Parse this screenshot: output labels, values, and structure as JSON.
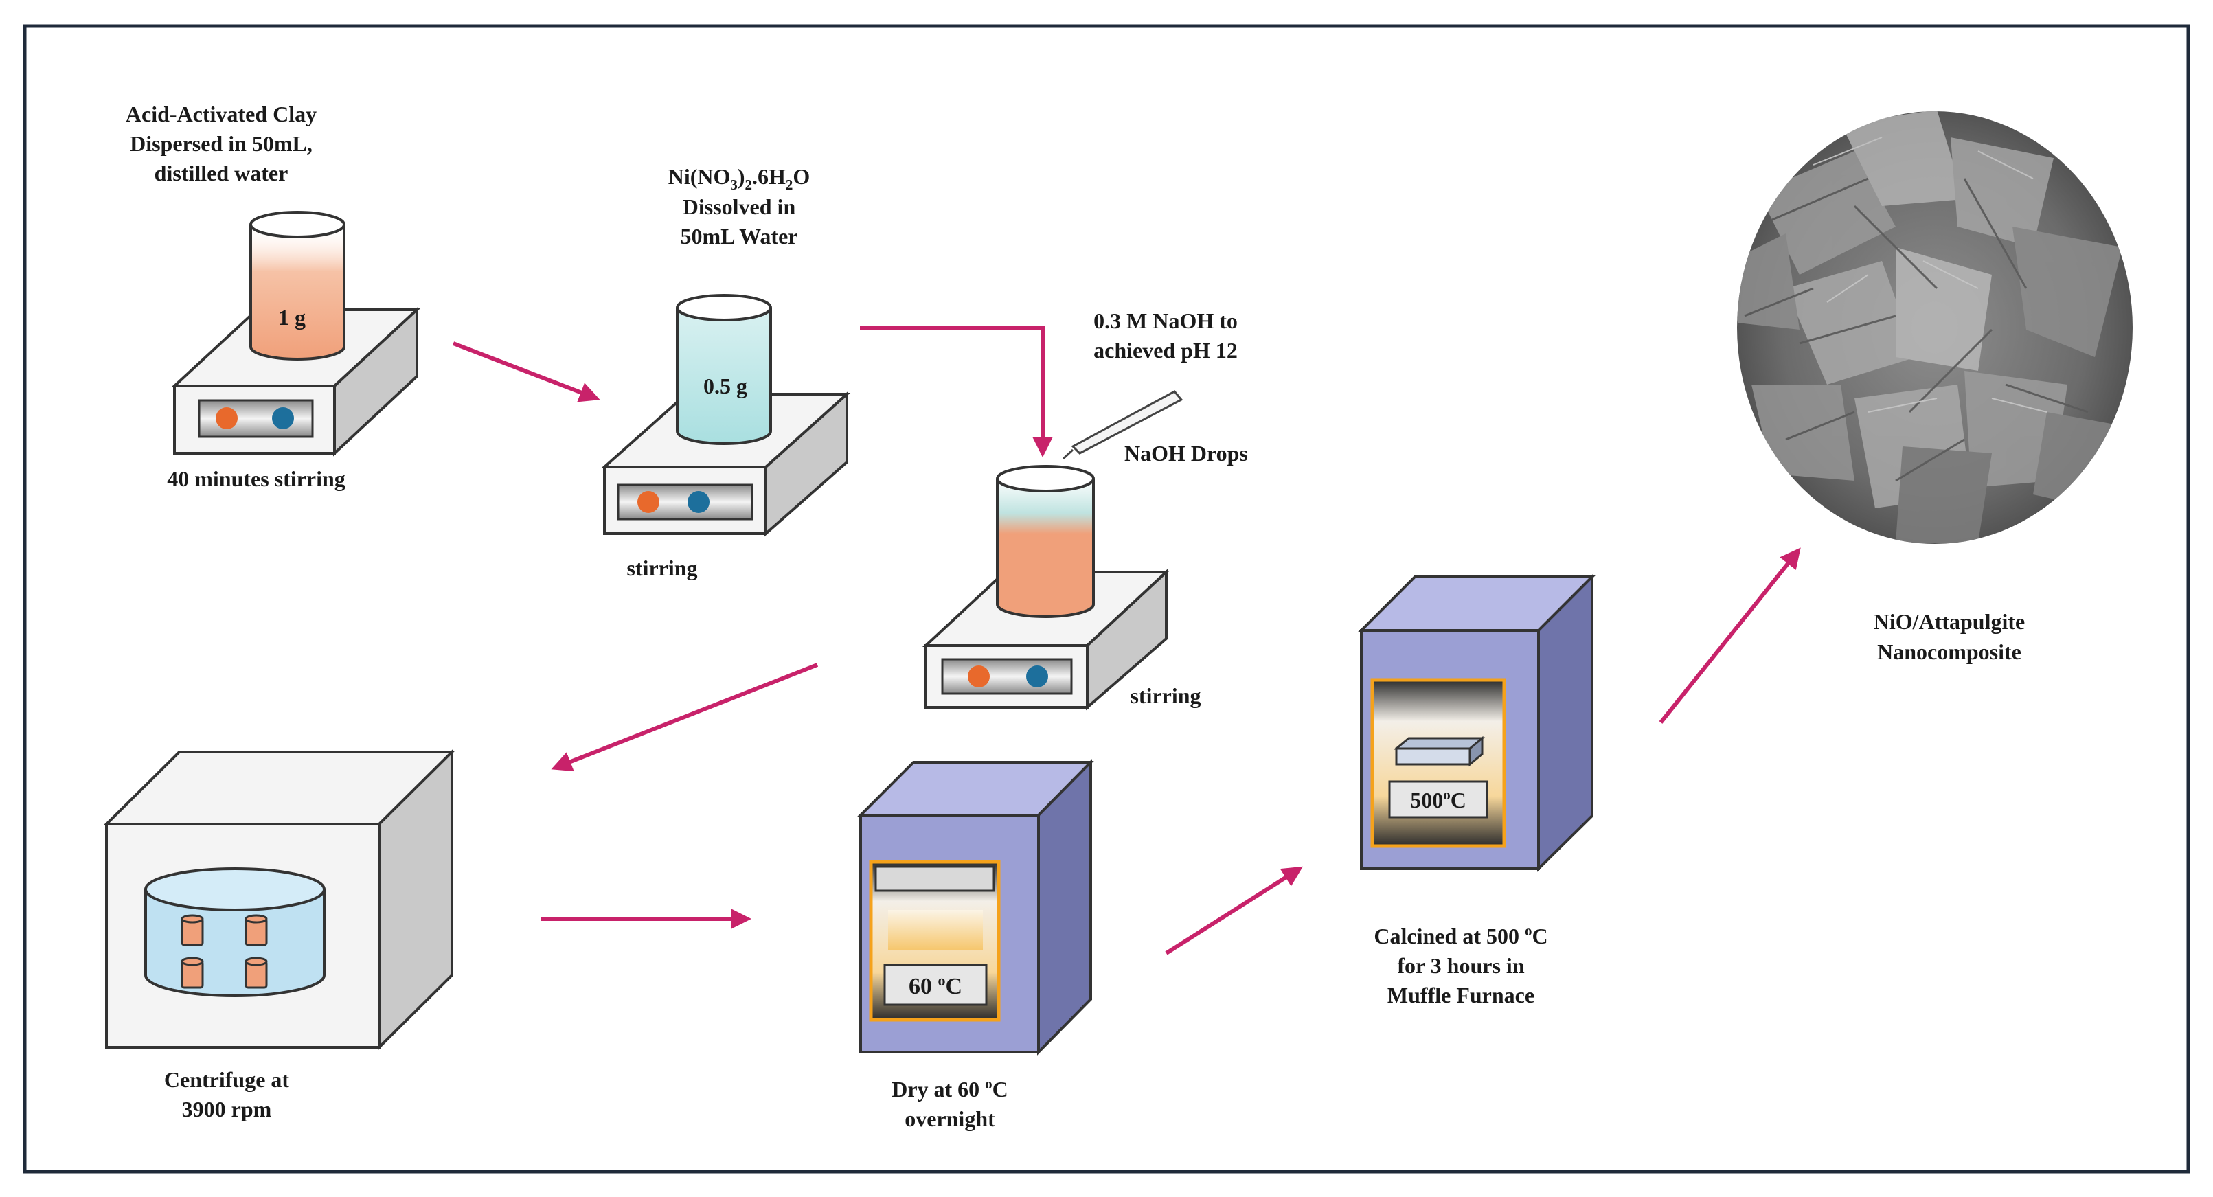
{
  "diagram": {
    "step1": {
      "caption_lines": [
        "Acid-Activated Clay",
        "Dispersed in 50mL,",
        "distilled water"
      ],
      "amount": "1 g",
      "stir_label": "40 minutes stirring"
    },
    "step2": {
      "formula": {
        "a": "Ni(NO",
        "sub1": "3",
        "b": ")",
        "sub2": "2",
        "c": ".6H",
        "sub3": "2",
        "d": "O"
      },
      "caption_lines": [
        "Dissolved in",
        "50mL Water"
      ],
      "amount": "0.5 g",
      "stir_label": "stirring"
    },
    "step3": {
      "naoh_lines": [
        "0.3 M NaOH to",
        "achieved pH 12"
      ],
      "drops_label": "NaOH Drops",
      "stir_label": "stirring"
    },
    "step4": {
      "caption_lines": [
        "Centrifuge at",
        "3900 rpm"
      ]
    },
    "step5": {
      "oven_display": {
        "value": "60 ",
        "sup": "o",
        "unit": "C"
      },
      "caption_line1": {
        "text": "Dry at 60 ",
        "sup": "o",
        "unit": "C"
      },
      "caption_line2": "overnight"
    },
    "step6": {
      "furnace_display": {
        "value": "500",
        "sup": "o",
        "unit": "C"
      },
      "caption_line1": {
        "text": "Calcined at 500 ",
        "sup": "o",
        "unit": "C"
      },
      "caption_lines": [
        "for 3 hours in",
        "Muffle Furnace"
      ]
    },
    "product": {
      "caption_lines": [
        "NiO/Attapulgite",
        "Nanocomposite"
      ]
    },
    "colors": {
      "arrow": "#c8226a",
      "clay_solution": "#f0a07a",
      "nickel_solution": "#a9dfe0",
      "oven_body": "#9b9fd4",
      "oven_side": "#6f74aa",
      "door_frame": "#f5a21b",
      "stir_orange": "#e8692c",
      "stir_blue": "#1d6f9c",
      "plate_top": "#f4f4f4",
      "plate_side": "#c9c9c9",
      "border": "#1f2a3a"
    }
  }
}
